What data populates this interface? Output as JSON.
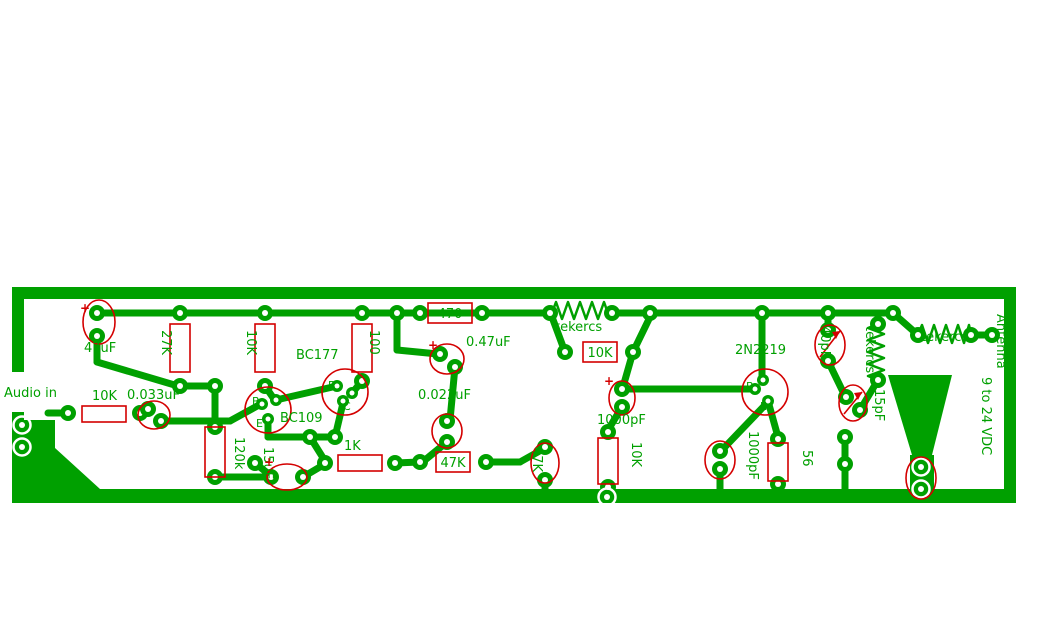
{
  "colors": {
    "copper": "#00a000",
    "red": "#d40000",
    "background": "#ffffff"
  },
  "labels": {
    "audio_in": "Audio in",
    "antenna": "Antenna",
    "power": "9 to 24 VDC",
    "coil_top": "tekercs",
    "coil_mid": "tekercs",
    "coil_right": "tekercs",
    "c_47uf": "47uF",
    "r_27k": "27K",
    "r_10k_top": "10K",
    "q_bc177": "BC177",
    "r_100": "100",
    "r_470": "470",
    "c_047uf": "0.47uF",
    "r_10k_mid": "10K",
    "q_2n2219": "2N2219",
    "c_40pf": "40pF",
    "c_15pf": "15pF",
    "r_10k_in": "10K",
    "c_0033uf": "0.033uF",
    "q_bc109": "BC109",
    "c_0022uf": "0.022uF",
    "c_1000pf_mid": "1000pF",
    "r_120k": "120k",
    "c_15uf": "15uF",
    "r_1k": "1K",
    "r_47k_box": "47K",
    "r_47k_v": "47K",
    "r_10k_low": "10K",
    "c_1000pf_low": "1000pF",
    "r_56": "56",
    "pin_b": "B",
    "pin_c": "C",
    "pin_e": "E",
    "polarity": "+"
  }
}
